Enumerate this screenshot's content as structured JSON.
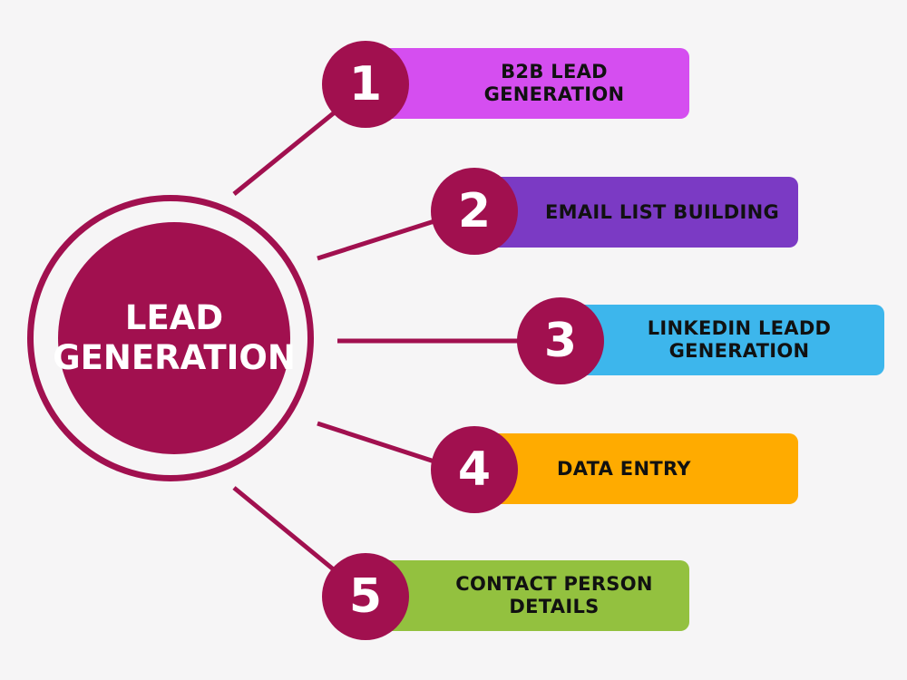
{
  "center": {
    "title": "LEAD\nGENERATION"
  },
  "colors": {
    "primary": "#a1104f",
    "item1": "#d54ef0",
    "item2": "#7b3ac4",
    "item3": "#3db6ec",
    "item4": "#ffab00",
    "item5": "#93c13f"
  },
  "items": [
    {
      "number": "1",
      "label": "B2B LEAD\nGENERATION"
    },
    {
      "number": "2",
      "label": "EMAIL LIST BUILDING"
    },
    {
      "number": "3",
      "label": "LINKEDIN LEADD\nGENERATION"
    },
    {
      "number": "4",
      "label": "DATA ENTRY"
    },
    {
      "number": "5",
      "label": "CONTACT PERSON\nDETAILS"
    }
  ]
}
